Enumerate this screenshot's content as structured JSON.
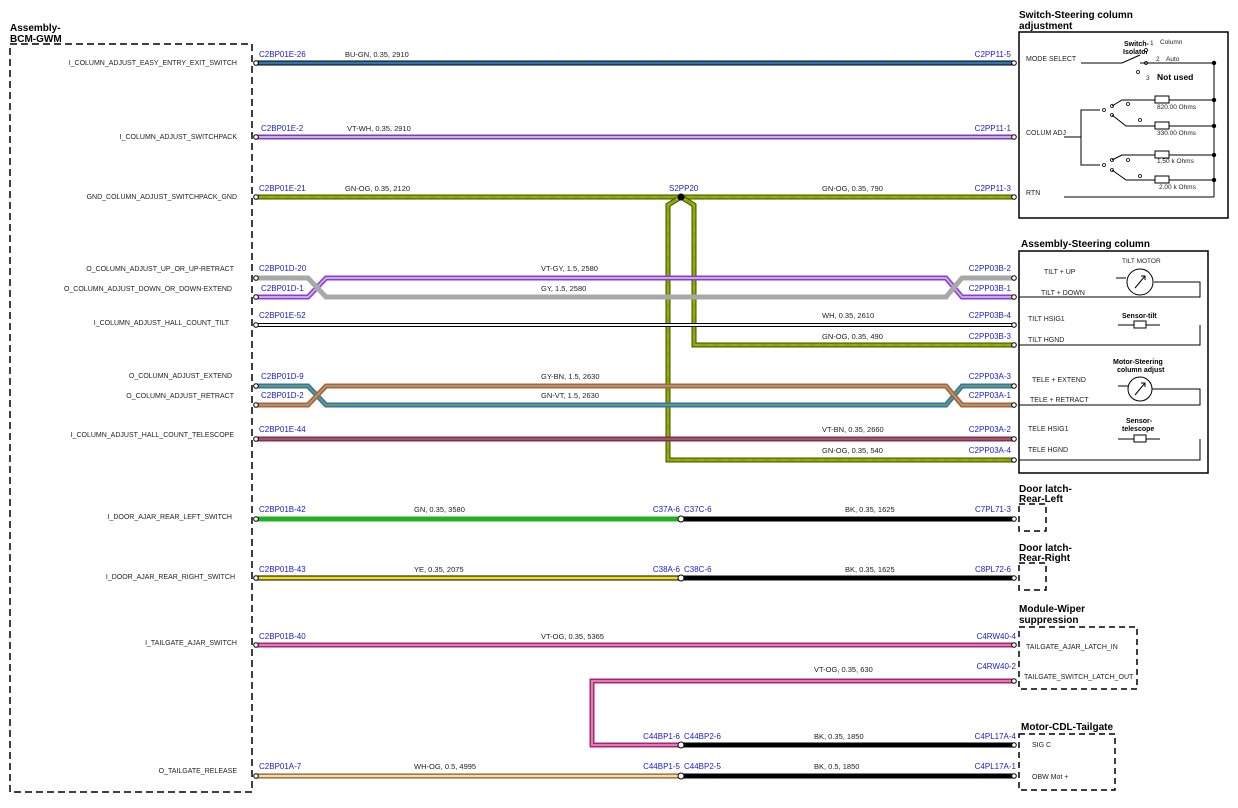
{
  "modules": {
    "bcm_title": [
      "Assembly-",
      "BCM-GWM"
    ],
    "switch_title": [
      "Switch-Steering column",
      "adjustment"
    ],
    "steering_title": "Assembly-Steering column",
    "door_rl_title": [
      "Door latch-",
      "Rear-Left"
    ],
    "door_rr_title": [
      "Door latch-",
      "Rear-Right"
    ],
    "wiper_title": [
      "Module-Wiper",
      "suppression"
    ],
    "cdl_title": "Motor-CDL-Tailgate"
  },
  "signals": [
    "I_COLUMN_ADJUST_EASY_ENTRY_EXIT_SWITCH",
    "I_COLUMN_ADJUST_SWITCHPACK",
    "GND_COLUMN_ADJUST_SWITCHPACK_GND",
    "O_COLUMN_ADJUST_UP_OR_UP-RETRACT",
    "O_COLUMN_ADJUST_DOWN_OR_DOWN-EXTEND",
    "I_COLUMN_ADJUST_HALL_COUNT_TILT",
    "O_COLUMN_ADJUST_EXTEND",
    "O_COLUMN_ADJUST_RETRACT",
    "I_COLUMN_ADJUST_HALL_COUNT_TELESCOPE",
    "I_DOOR_AJAR_REAR_LEFT_SWITCH",
    "I_DOOR_AJAR_REAR_RIGHT_SWITCH",
    "I_TAILGATE_AJAR_SWITCH",
    "O_TAILGATE_RELEASE"
  ],
  "left_pins": [
    "C2BP01E-26",
    "C2BP01E-2",
    "C2BP01E-21",
    "C2BP01D-20",
    "C2BP01D-1",
    "C2BP01E-52",
    "C2BP01D-9",
    "C2BP01D-2",
    "C2BP01E-44",
    "C2BP01B-42",
    "C2BP01B-43",
    "C2BP01B-40",
    "C2BP01A-7"
  ],
  "right_pins": [
    "C2PP11-5",
    "C2PP11-1",
    "C2PP11-3",
    "C2PP03B-2",
    "C2PP03B-1",
    "C2PP03B-4",
    "C2PP03B-3",
    "C2PP03A-3",
    "C2PP03A-1",
    "C2PP03A-2",
    "C2PP03A-4",
    "C7PL71-3",
    "C8PL72-6",
    "C4RW40-4",
    "C4RW40-2",
    "C4PL17A-4",
    "C4PL17A-1"
  ],
  "inline_pins": [
    "C37A-6",
    "C37C-6",
    "C38A-6",
    "C38C-6",
    "C44BP1-6",
    "C44BP2-6",
    "C44BP1-5",
    "C44BP2-5"
  ],
  "splice": "S2PP20",
  "wire_labels": [
    "BU-GN,  0.35,  2910",
    "VT-WH,  0.35,  2910",
    "GN-OG,  0.35,  2120",
    "GN-OG,  0.35,  790",
    "VT-GY,  1.5,  2580",
    "GY,  1.5,  2580",
    "WH,  0.35,  2610",
    "GN-OG,  0.35,  490",
    "GY-BN,  1.5,  2630",
    "GN-VT,  1.5,  2630",
    "VT-BN,  0.35,  2660",
    "GN-OG,  0.35,  540",
    "GN,  0.35,  3580",
    "BK,  0.35,  1625",
    "YE,  0.35,  2075",
    "BK,  0.35,  1625",
    "VT-OG,  0.35,  5365",
    "VT-OG,  0.35,  630",
    "BK,  0.35,  1850",
    "WH-OG,  0.5,  4995",
    "BK,  0.5,  1850"
  ],
  "switch_block": {
    "mode_select": "MODE SELECT",
    "colum_adj": "COLUM ADJ",
    "rtn": "RTN",
    "isolator": [
      "Switch-",
      "Isolator"
    ],
    "opt1_num": "1",
    "opt1": "Column",
    "opt2_num": "2",
    "opt2": "Auto",
    "opt3_num": "3",
    "opt3": "Not used",
    "resistors": [
      "820.00 Ohms",
      "330.00 Ohms",
      "1.50 k Ohms",
      "2.00 k Ohms"
    ]
  },
  "steering_block": {
    "tilt_up": "TILT + UP",
    "tilt_down": "TILT + DOWN",
    "tilt_motor": "TILT MOTOR",
    "tilt_hsig": "TILT HSIG1",
    "tilt_hgnd": "TILT HGND",
    "sensor_tilt": "Sensor-tilt",
    "tele_extend": "TELE + EXTEND",
    "tele_retract": "TELE + RETRACT",
    "motor_steer": [
      "Motor-Steering",
      "column adjust"
    ],
    "tele_hsig": "TELE HSIG1",
    "tele_hgnd": "TELE HGND",
    "sensor_tele": [
      "Sensor-",
      "telescope"
    ]
  },
  "wiper_block": {
    "latch_in": "TAILGATE_AJAR_LATCH_IN",
    "latch_out": "TAILGATE_SWITCH_LATCH_OUT"
  },
  "cdl_block": {
    "sig_c": "SIG C",
    "obw": "OBW Mot +"
  },
  "colors": {
    "pin_text": "#1a1ad6",
    "bu_gn_a": "#2f6fd0",
    "bu_gn_b": "#2c8a3c",
    "vt": "#9b59d0",
    "vt_light": "#e6d7f5",
    "gn_og_a": "#8aa800",
    "gn_og_b": "#e0a020",
    "gy": "#a8a8a8",
    "wh": "#f4f4f4",
    "gy_bn_a": "#a08060",
    "gn_vt_a": "#3b8f7f",
    "vt_bn": "#8a3a8a",
    "gn": "#22b022",
    "ye": "#f0e020",
    "bk": "#000000",
    "vt_og": "#d0509a",
    "wh_og": "#f0c080"
  }
}
